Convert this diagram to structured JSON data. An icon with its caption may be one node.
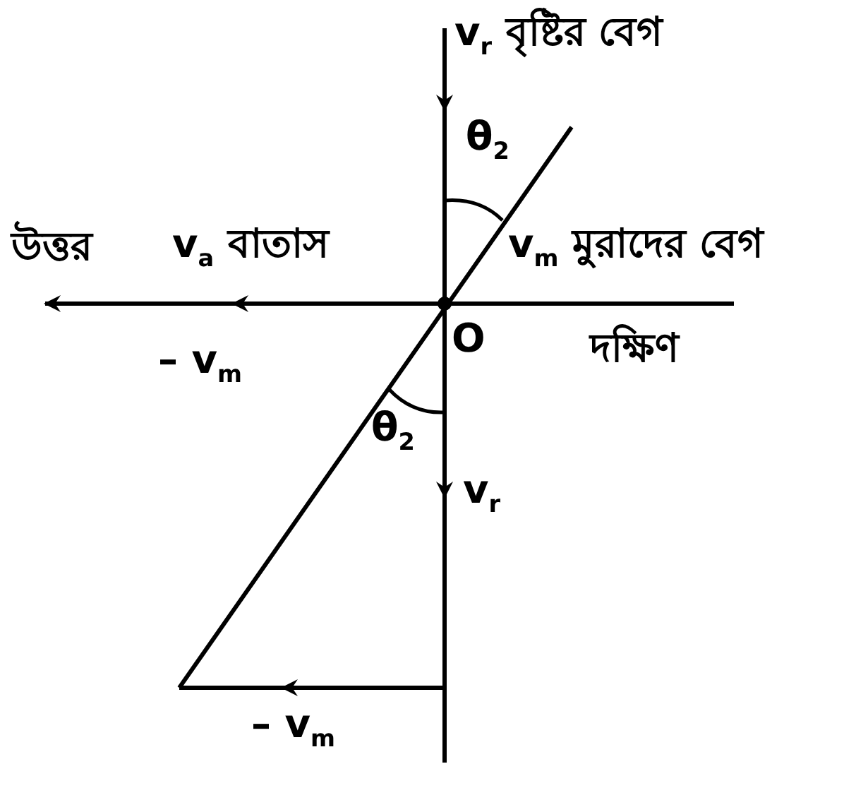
{
  "diagram": {
    "labels": [
      "v$_{r}$ বৃষ্টির বেগ",
      "θ$_{2}$",
      "উত্তর",
      "v$_{a}$ বাতাস",
      "v$_{m}$ মুরাদের বেগ",
      "O",
      "দক্ষিণ",
      "– v$_{m}$",
      "θ$_{2}$",
      "v$_{r}$",
      "– v$_{m}$"
    ]
  }
}
